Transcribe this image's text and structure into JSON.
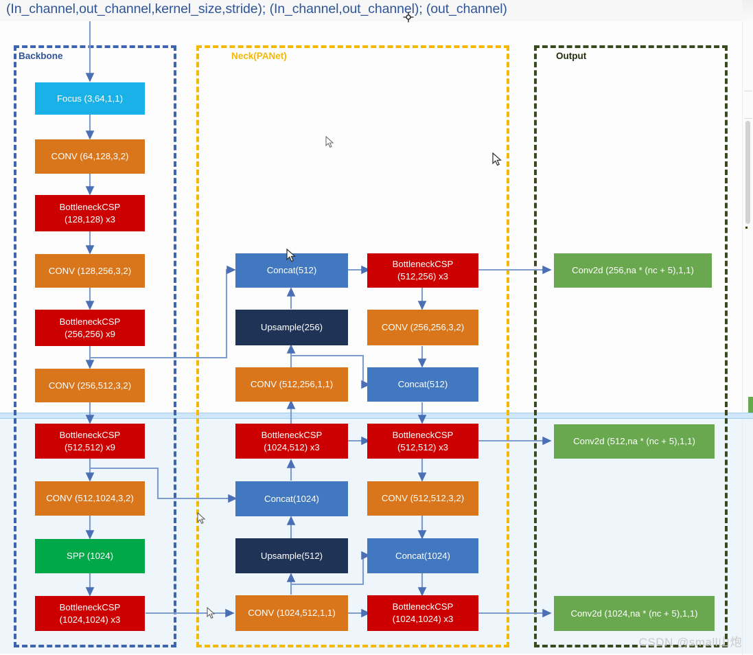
{
  "caption": {
    "text": "(In_channel,out_channel,kernel_size,stride);  (In_channel,out_channel);  (out_channel)"
  },
  "groups": {
    "backbone": {
      "label": "Backbone",
      "color": "#3c64b0"
    },
    "neck": {
      "label": "Neck(PANet)",
      "color": "#f5b800"
    },
    "output": {
      "label": "Output",
      "color": "#3a4a1f"
    }
  },
  "nodes": {
    "focus": {
      "label": "Focus (3,64,1,1)",
      "color": "#19b1e8"
    },
    "conv_64_128": {
      "label": "CONV (64,128,3,2)",
      "color": "#d9751a"
    },
    "csp_128": {
      "label": "BottleneckCSP\n(128,128) x3",
      "color": "#cc0000"
    },
    "conv_128_256": {
      "label": "CONV (128,256,3,2)",
      "color": "#d9751a"
    },
    "csp_256": {
      "label": "BottleneckCSP\n(256,256) x9",
      "color": "#cc0000"
    },
    "conv_256_512": {
      "label": "CONV (256,512,3,2)",
      "color": "#d9751a"
    },
    "csp_512": {
      "label": "BottleneckCSP\n(512,512) x9",
      "color": "#cc0000"
    },
    "conv_512_1024": {
      "label": "CONV (512,1024,3,2)",
      "color": "#d9751a"
    },
    "spp": {
      "label": "SPP (1024)",
      "color": "#00a848"
    },
    "csp_1024": {
      "label": "BottleneckCSP\n(1024,1024) x3",
      "color": "#cc0000"
    },
    "concat_512_top": {
      "label": "Concat(512)",
      "color": "#4278c0"
    },
    "upsample_256": {
      "label": "Upsample(256)",
      "color": "#1e3356"
    },
    "conv_512_256": {
      "label": "CONV (512,256,1,1)",
      "color": "#d9751a"
    },
    "csp_1024_512": {
      "label": "BottleneckCSP\n(1024,512) x3",
      "color": "#cc0000"
    },
    "concat_1024_mid": {
      "label": "Concat(1024)",
      "color": "#4278c0"
    },
    "upsample_512": {
      "label": "Upsample(512)",
      "color": "#1e3356"
    },
    "conv_1024_512": {
      "label": "CONV (1024,512,1,1)",
      "color": "#d9751a"
    },
    "csp_512_256": {
      "label": "BottleneckCSP\n(512,256) x3",
      "color": "#cc0000"
    },
    "conv_256_256": {
      "label": "CONV (256,256,3,2)",
      "color": "#d9751a"
    },
    "concat_512_mid": {
      "label": "Concat(512)",
      "color": "#4278c0"
    },
    "csp_512_512": {
      "label": "BottleneckCSP\n(512,512) x3",
      "color": "#cc0000"
    },
    "conv_512_512": {
      "label": "CONV (512,512,3,2)",
      "color": "#d9751a"
    },
    "concat_1024_low": {
      "label": "Concat(1024)",
      "color": "#4278c0"
    },
    "csp_1024_1024": {
      "label": "BottleneckCSP\n(1024,1024) x3",
      "color": "#cc0000"
    },
    "out_256": {
      "label": "Conv2d (256,na * (nc + 5),1,1)",
      "color": "#6aa84f"
    },
    "out_512": {
      "label": "Conv2d (512,na * (nc + 5),1,1)",
      "color": "#6aa84f"
    },
    "out_1024": {
      "label": "Conv2d (1024,na * (nc + 5),1,1)",
      "color": "#6aa84f"
    }
  },
  "watermark": {
    "text": "CSDN @small山炮"
  },
  "colors": {
    "arrow": "#6f8fc4",
    "selection_band": "#cfe6fb",
    "page_background": "#ffffff"
  }
}
